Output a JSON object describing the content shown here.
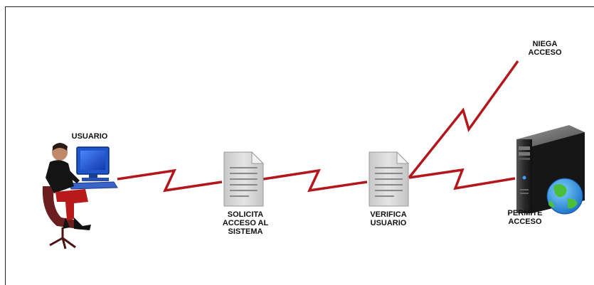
{
  "nodes": {
    "user": {
      "label": "USUARIO",
      "icon": "user-at-computer-icon"
    },
    "request": {
      "label": "SOLICITA\nACCESO AL\nSISTEMA",
      "icon": "document-icon"
    },
    "verify": {
      "label": "VERIFICA\nUSUARIO",
      "icon": "document-icon"
    },
    "deny": {
      "label": "NIEGA\nACCESO"
    },
    "allow": {
      "label": "PERMITE\nACCESO",
      "icon": "server-globe-icon"
    }
  },
  "colors": {
    "link": "#b3161b",
    "document": "#d6d6d6",
    "server": "#2a2a2a",
    "monitor": "#1f56c9"
  }
}
